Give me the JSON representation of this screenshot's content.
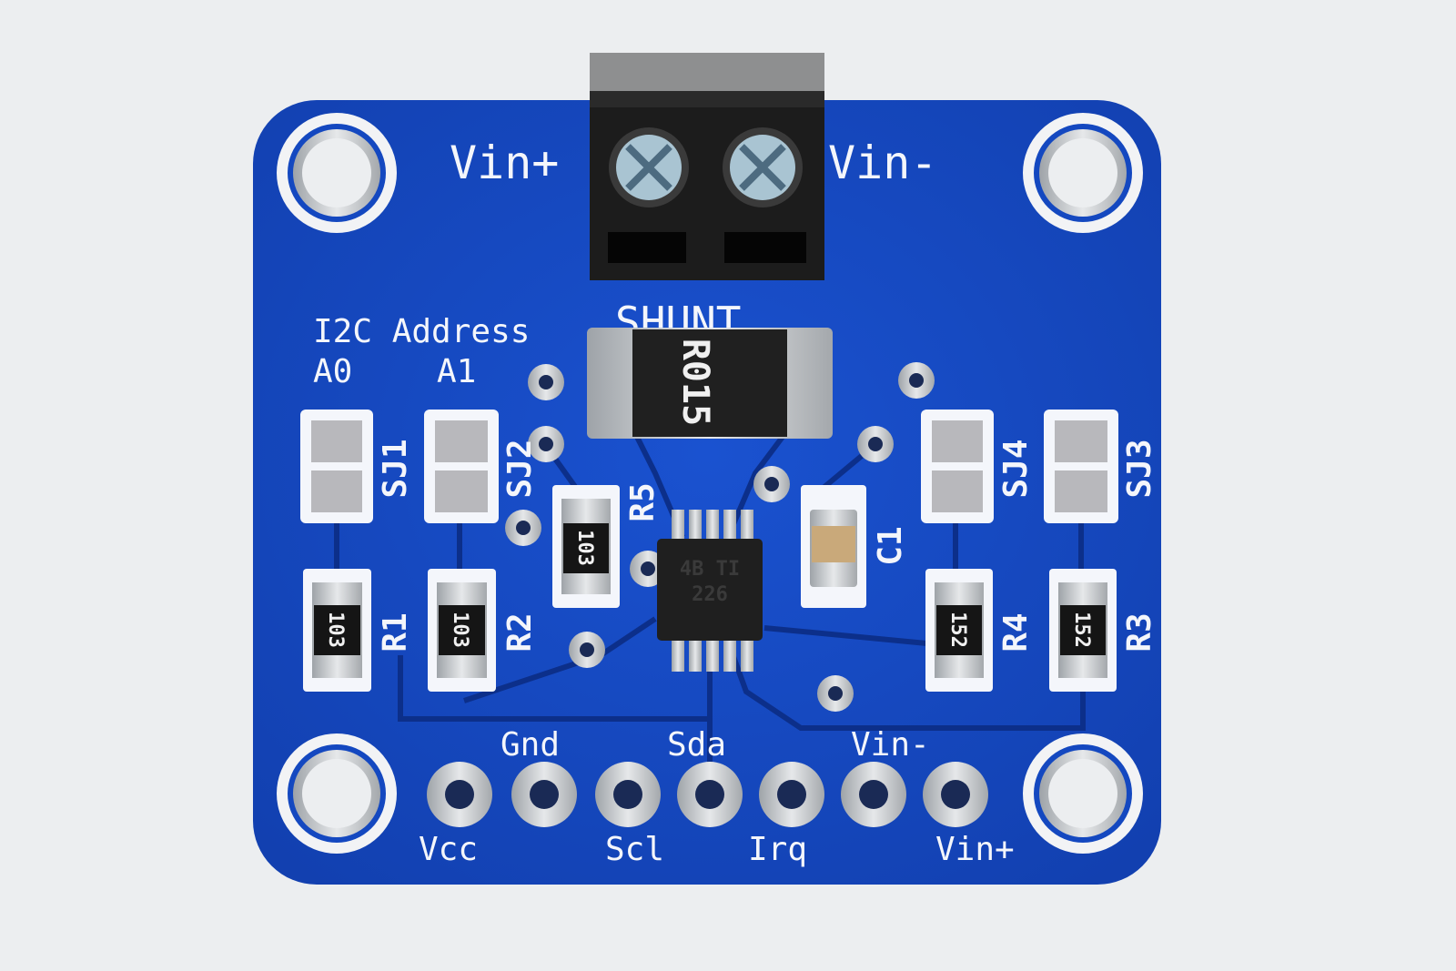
{
  "board": {
    "terminal_labels": {
      "left": "Vin+",
      "right": "Vin-"
    },
    "shunt_label": "SHUNT",
    "shunt_marking": "R015",
    "address_title": "I2C Address",
    "address_a0": "A0",
    "address_a1": "A1",
    "jumpers": [
      "SJ1",
      "SJ2",
      "SJ4",
      "SJ3"
    ],
    "resistors": [
      {
        "ref": "R1",
        "marking": "103"
      },
      {
        "ref": "R2",
        "marking": "103"
      },
      {
        "ref": "R5",
        "marking": "103"
      },
      {
        "ref": "R4",
        "marking": "152"
      },
      {
        "ref": "R3",
        "marking": "152"
      }
    ],
    "capacitor": "C1",
    "chip_marking": {
      "line1": "4B TI",
      "line2": "226"
    },
    "header_top_labels": [
      "Gnd",
      "Sda",
      "Vin-"
    ],
    "header_bottom_labels": [
      "Vcc",
      "Scl",
      "Irq",
      "Vin+"
    ],
    "colors": {
      "pcb": "#1648c4",
      "background": "#eceef0",
      "terminal": "#1c1c1c"
    }
  }
}
